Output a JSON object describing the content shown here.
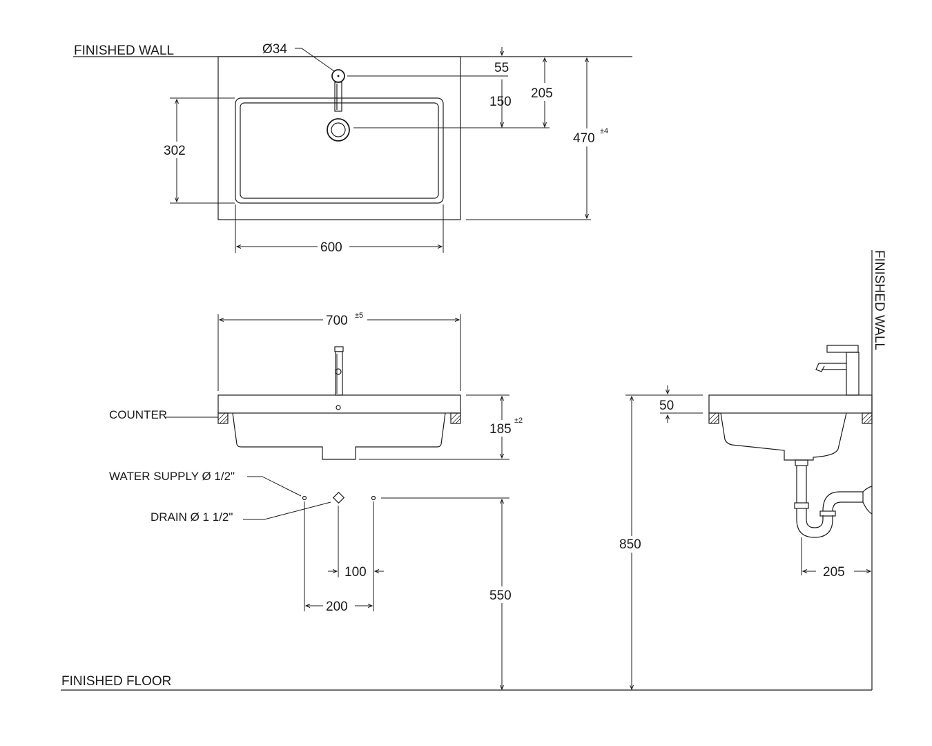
{
  "labels": {
    "finished_wall_top": "FINISHED WALL",
    "finished_wall_side": "FINISHED WALL",
    "finished_floor": "FINISHED FLOOR",
    "counter": "COUNTER",
    "water_supply": "WATER SUPPLY Ø 1/2\"",
    "drain": "DRAIN Ø 1 1/2\""
  },
  "dimensions": {
    "tap_hole": "Ø34",
    "tap_offset": "55",
    "tap_to_drain": "150",
    "wall_to_drain": "205",
    "depth": "470",
    "depth_tol": "±4",
    "bowl_depth": "302",
    "bowl_width": "600",
    "overall_width": "700",
    "overall_width_tol": "±5",
    "basin_height": "185",
    "basin_height_tol": "±2",
    "supply_to_drain": "100",
    "supply_spacing": "200",
    "outlet_height": "550",
    "counter_thickness": "50",
    "counter_height": "850",
    "trap_to_wall": "205"
  }
}
